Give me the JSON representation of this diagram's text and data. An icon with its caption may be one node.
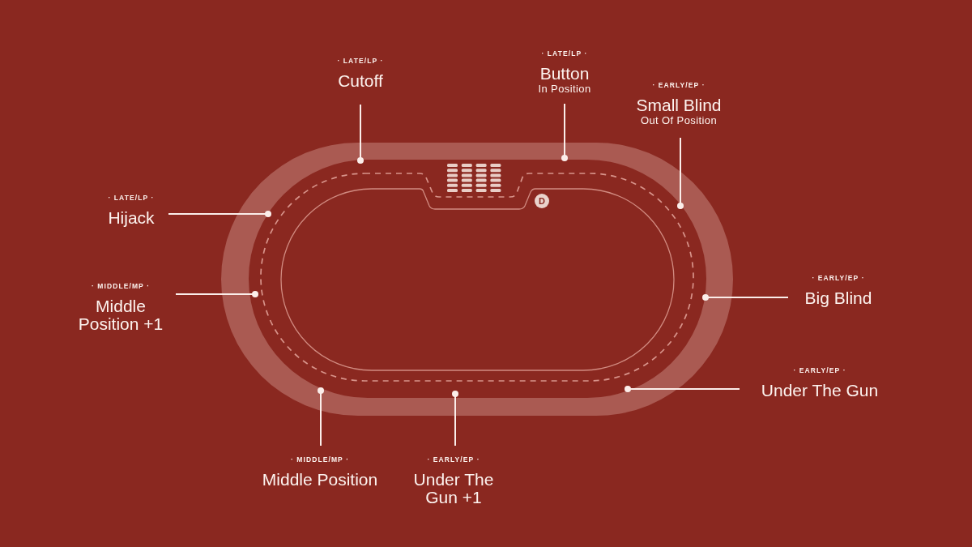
{
  "diagram": {
    "nodes": [
      {
        "text": [
          "· LATE/LP ·",
          "Cutoff"
        ]
      },
      {
        "text": [
          "· LATE/LP ·",
          "Button",
          "In Position"
        ]
      },
      {
        "text": [
          "· EARLY/EP ·",
          "Small Blind",
          "Out Of Position"
        ]
      },
      {
        "text": [
          "D"
        ]
      },
      {
        "text": [
          "· LATE/LP ·",
          "Hijack"
        ]
      },
      {
        "text": [
          "· MIDDLE/MP ·",
          "Middle Position +1"
        ]
      },
      {
        "text": [
          "· EARLY/EP ·",
          "Big Blind"
        ]
      },
      {
        "text": [
          "· EARLY/EP ·",
          "Under The Gun"
        ]
      },
      {
        "text": [
          "· MIDDLE/MP ·",
          "Middle Position"
        ]
      },
      {
        "text": [
          "· EARLY/EP ·",
          "Under The Gun +1"
        ]
      }
    ],
    "edges": [
      {
        "from": 0,
        "to": null,
        "arrow": "other"
      },
      {
        "from": 1,
        "to": null,
        "arrow": "other"
      },
      {
        "from": 2,
        "to": null,
        "arrow": "other"
      },
      {
        "from": 4,
        "to": null,
        "arrow": "other"
      },
      {
        "from": 5,
        "to": null,
        "arrow": "other"
      },
      {
        "from": 6,
        "to": null,
        "arrow": "other"
      },
      {
        "from": 7,
        "to": null,
        "arrow": "other"
      },
      {
        "from": 8,
        "to": null,
        "arrow": "other"
      },
      {
        "from": 9,
        "to": null,
        "arrow": "other"
      }
    ]
  }
}
